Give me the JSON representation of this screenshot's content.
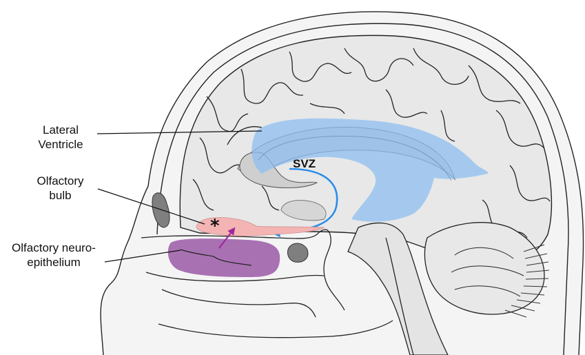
{
  "labels": {
    "lateral_ventricle": [
      "Lateral",
      "Ventricle"
    ],
    "olfactory_bulb": [
      "Olfactory",
      "bulb"
    ],
    "olfactory_neuroepithelium": [
      "Olfactory neuro-",
      "epithelium"
    ],
    "svz": "SVZ",
    "asterisk": "*"
  },
  "colors": {
    "ventricle": "#8fbff0",
    "migration_arrow": "#2b8de8",
    "olfactory_bulb": "#f4b4b4",
    "neuroepithelium": "#9a5aa6",
    "neuro_arrow": "#a0279c",
    "brain_fill": "#e8e8e8",
    "dark_tissue": "#7f7f7f"
  }
}
